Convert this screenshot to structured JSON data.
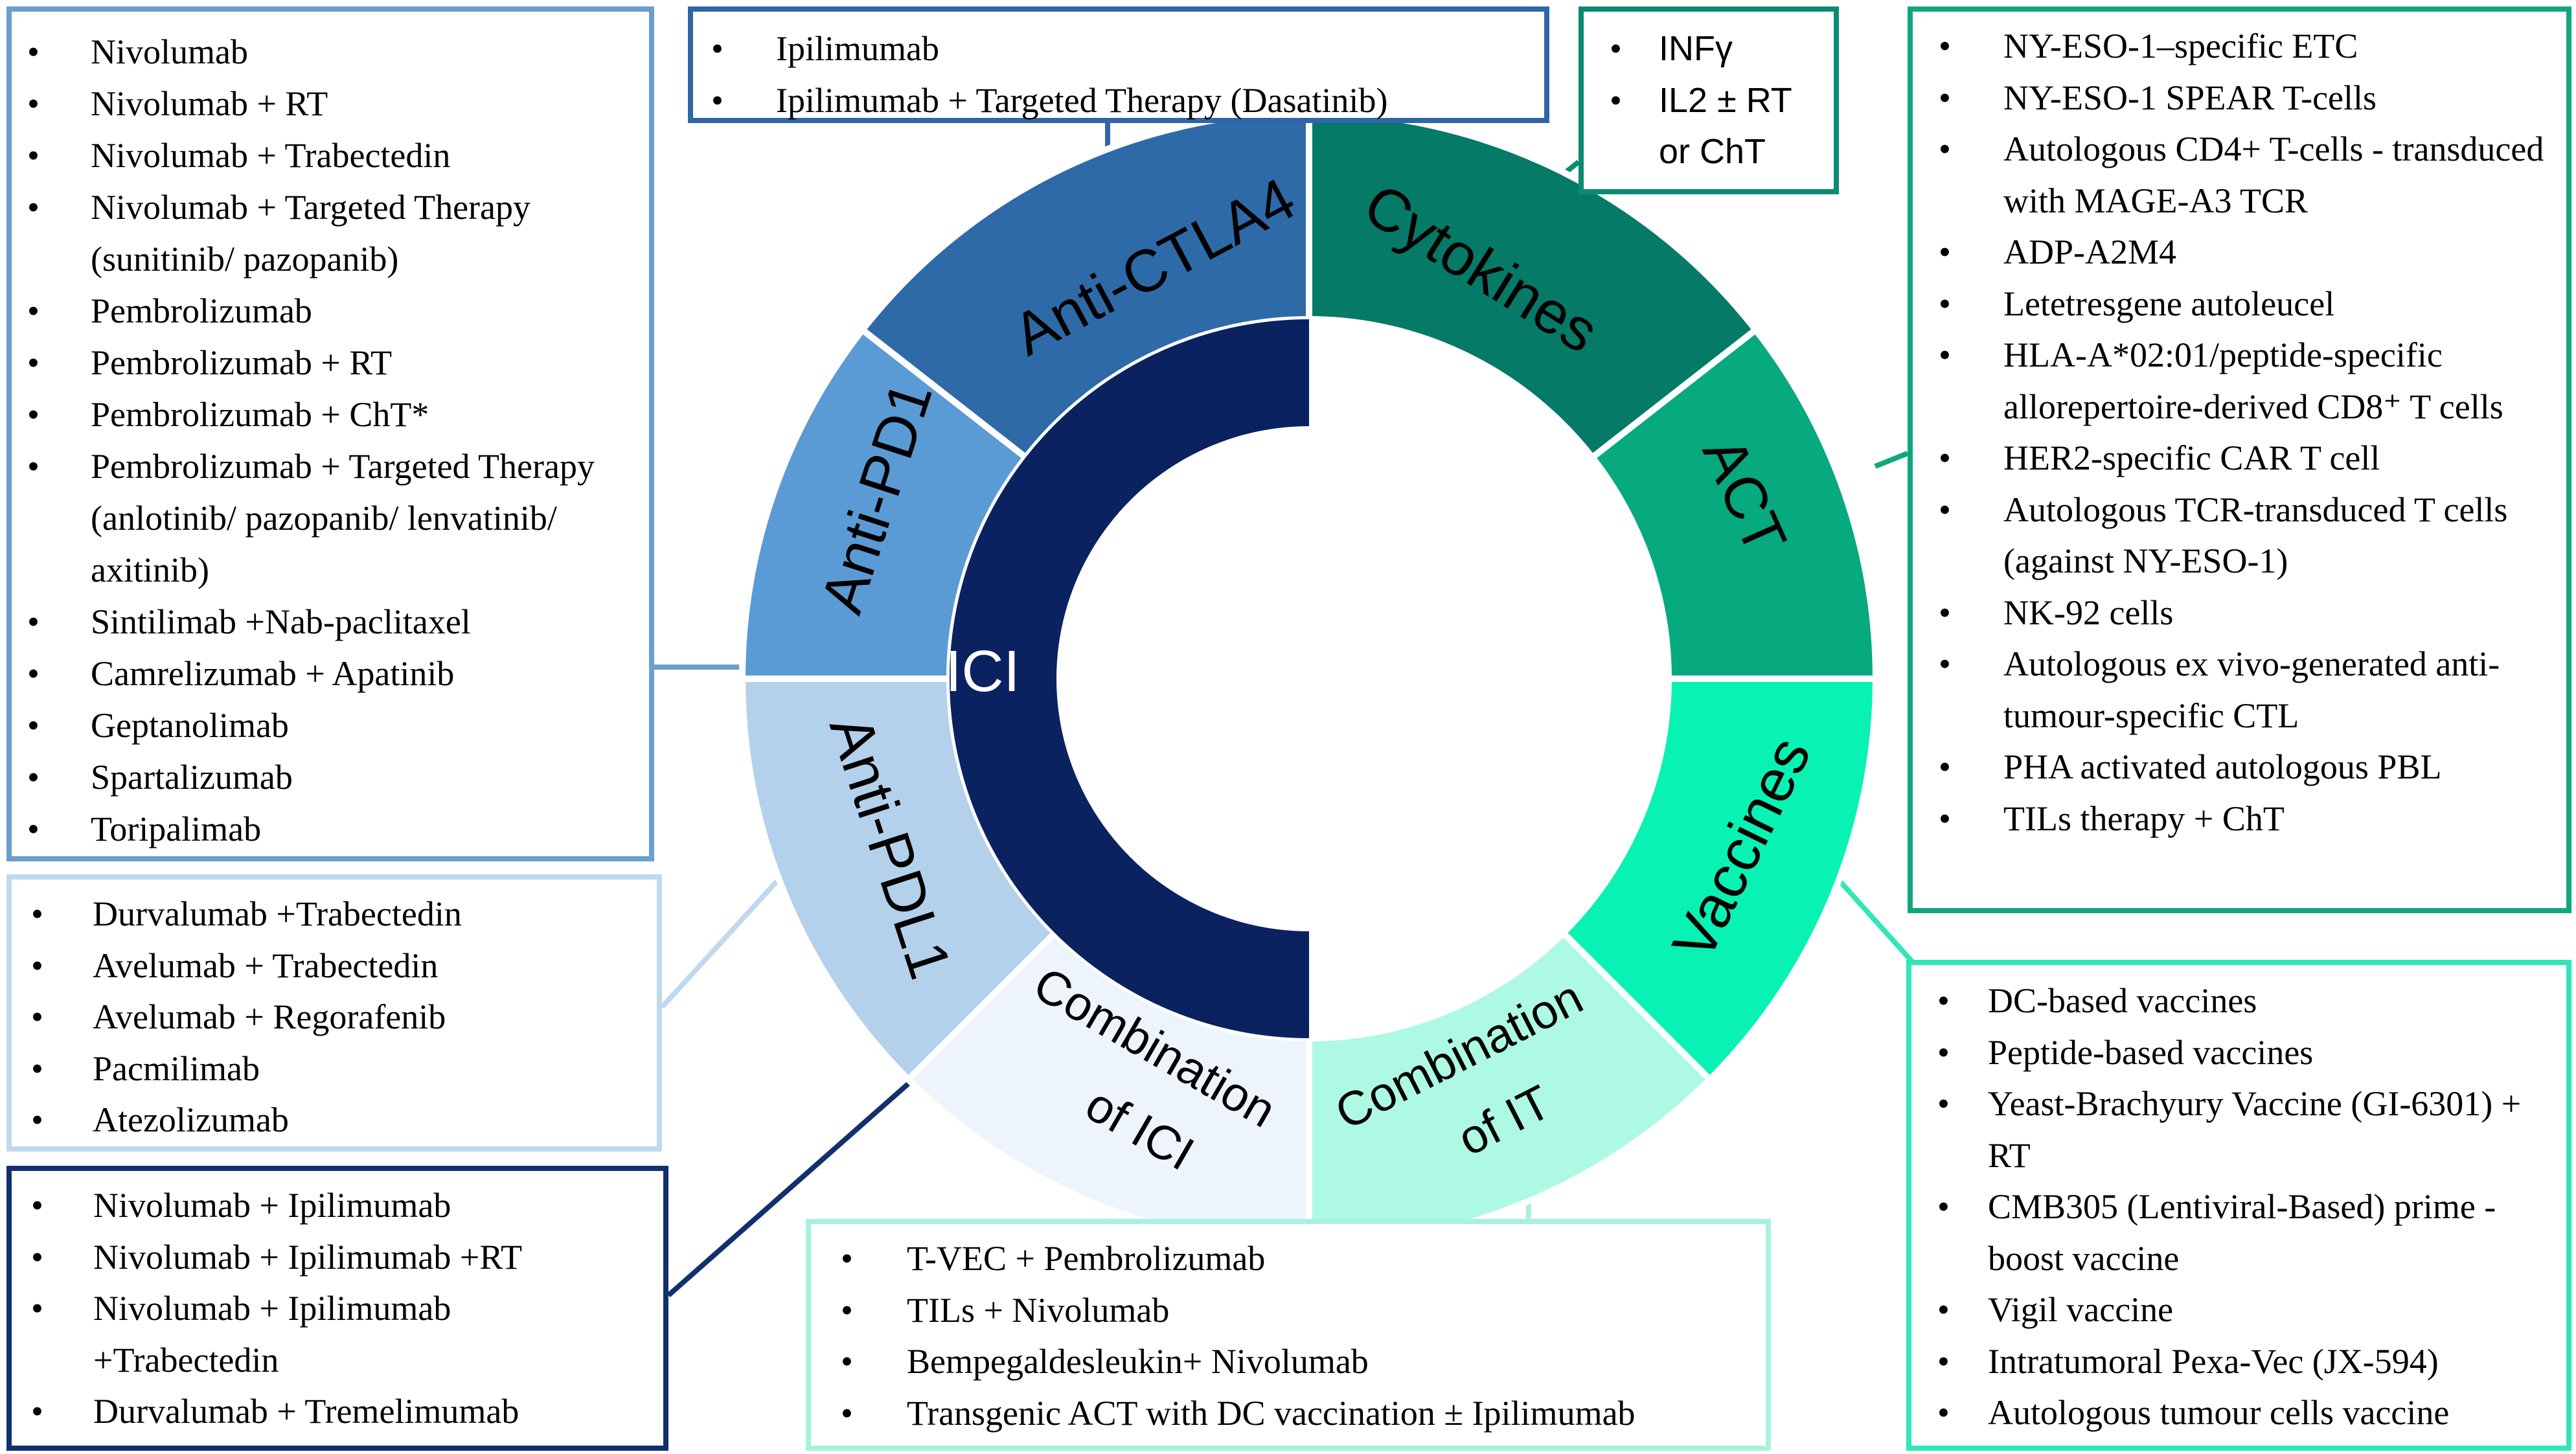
{
  "colors": {
    "anti_ctla4": "#2e6aa8",
    "anti_pd1": "#5b9bd5",
    "anti_pdl1": "#b4d1ec",
    "combination_ici": "#eef4fb",
    "ici_core": "#0b2260",
    "cytokines": "#047a67",
    "act": "#07a97e",
    "vaccines": "#08f2b4",
    "combination_it": "#adf9e4",
    "box_pd1": "#6a9fd0",
    "box_ctla4": "#3066a8",
    "box_pdl1": "#c1d8ee",
    "box_comb_ici": "#12306e",
    "box_cytokines": "#0b8a74",
    "box_act": "#12a67f",
    "box_vaccines": "#31e6b9",
    "box_comb_it": "#a7f2df"
  },
  "ring": {
    "center_label": "ICI",
    "segments": {
      "anti_ctla4": "Anti-CTLA4",
      "anti_pd1": "Anti-PD1",
      "anti_pdl1": "Anti-PDL1",
      "combination_ici": "Combination of ICI",
      "combination_ici_line1": "Combination",
      "combination_ici_line2": "of ICI",
      "cytokines": "Cytokines",
      "act": "ACT",
      "vaccines": "Vaccines",
      "combination_it_line1": "Combination",
      "combination_it_line2": "of IT"
    }
  },
  "boxes": {
    "anti_pd1": {
      "items": [
        "Nivolumab",
        "Nivolumab + RT",
        "Nivolumab + Trabectedin",
        "Nivolumab + Targeted Therapy (sunitinib/ pazopanib)",
        "Pembrolizumab",
        "Pembrolizumab + RT",
        "Pembrolizumab + ChT*",
        "Pembrolizumab + Targeted Therapy (anlotinib/ pazopanib/ lenvatinib/ axitinib)",
        "Sintilimab +Nab-paclitaxel",
        "Camrelizumab + Apatinib",
        "Geptanolimab",
        "Spartalizumab",
        "Toripalimab"
      ]
    },
    "anti_ctla4": {
      "items": [
        "Ipilimumab",
        "Ipilimumab + Targeted Therapy (Dasatinib)"
      ]
    },
    "anti_pdl1": {
      "items": [
        "Durvalumab +Trabectedin",
        "Avelumab + Trabectedin",
        "Avelumab +  Regorafenib",
        "Pacmilimab",
        "Atezolizumab"
      ]
    },
    "combination_ici": {
      "items": [
        "Nivolumab  + Ipilimumab",
        "Nivolumab  + Ipilimumab +RT",
        "Nivolumab  + Ipilimumab +Trabectedin",
        "Durvalumab + Tremelimumab"
      ]
    },
    "cytokines": {
      "items": [
        "INFγ",
        "IL2 ± RT or ChT"
      ]
    },
    "act": {
      "items": [
        "NY-ESO-1–specific ETC",
        "NY-ESO-1 SPEAR T-cells",
        "Autologous CD4+ T-cells - transduced with MAGE-A3 TCR",
        "ADP-A2M4",
        "Letetresgene autoleucel",
        "HLA-A*02:01/peptide-specific allorepertoire-derived CD8⁺ T cells",
        "HER2-specific CAR T cell",
        "Autologous TCR-transduced T cells (against NY-ESO-1)",
        "NK-92 cells",
        "Autologous ex vivo-generated anti-tumour-specific CTL",
        "PHA activated autologous PBL",
        "TILs therapy + ChT"
      ]
    },
    "vaccines": {
      "items": [
        "DC-based vaccines",
        "Peptide-based vaccines",
        "Yeast-Brachyury Vaccine (GI-6301) + RT",
        "CMB305 (Lentiviral-Based) prime -boost vaccine",
        "Vigil vaccine",
        "Intratumoral Pexa-Vec (JX-594)",
        "Autologous tumour cells vaccine"
      ]
    },
    "combination_it": {
      "items": [
        "T-VEC + Pembrolizumab",
        "TILs + Nivolumab",
        "Bempegaldesleukin+ Nivolumab",
        "Transgenic ACT with DC vaccination ± Ipilimumab"
      ]
    }
  }
}
